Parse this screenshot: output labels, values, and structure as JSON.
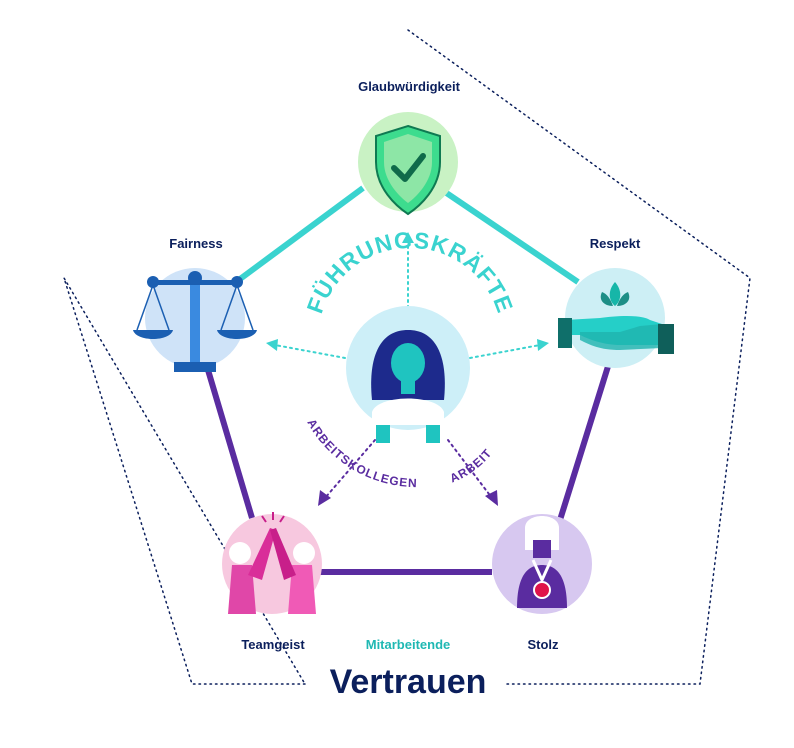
{
  "title": "Vertrauen",
  "subtitle": "Mitarbeitende",
  "center": {
    "top_label": "FÜHRUNGSKRÄFTE",
    "left_label": "ARBEITSKOLLEGEN",
    "right_label": "ARBEIT"
  },
  "nodes": [
    {
      "id": "glaubwuerdigkeit",
      "label": "Glaubwürdigkeit",
      "icon": "shield-check-icon"
    },
    {
      "id": "respekt",
      "label": "Respekt",
      "icon": "hands-lotus-icon"
    },
    {
      "id": "stolz",
      "label": "Stolz",
      "icon": "medal-person-icon"
    },
    {
      "id": "teamgeist",
      "label": "Teamgeist",
      "icon": "high-five-icon"
    },
    {
      "id": "fairness",
      "label": "Fairness",
      "icon": "scales-icon"
    }
  ],
  "colors": {
    "navy": "#0b1f5c",
    "teal": "#3ad3cf",
    "purple": "#5a2ca0",
    "shield_bg": "#c9f2c4",
    "scales_bg": "#cfe3f8",
    "hands_bg": "#cdeff5",
    "team_bg": "#f7c8df",
    "pride_bg": "#d7c8f0",
    "center_bg": "#cdeff8"
  }
}
